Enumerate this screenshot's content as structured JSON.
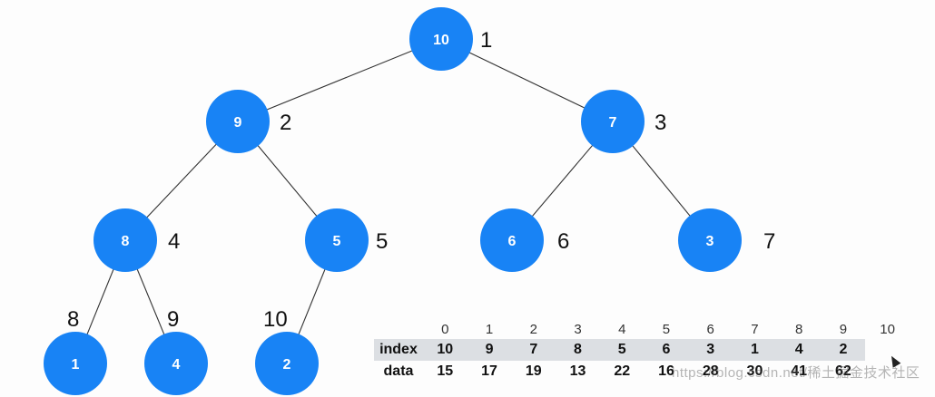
{
  "tree": {
    "nodes": [
      {
        "value": "10",
        "index": "1"
      },
      {
        "value": "9",
        "index": "2"
      },
      {
        "value": "7",
        "index": "3"
      },
      {
        "value": "8",
        "index": "4"
      },
      {
        "value": "5",
        "index": "5"
      },
      {
        "value": "6",
        "index": "6"
      },
      {
        "value": "3",
        "index": "7"
      },
      {
        "value": "1",
        "index": "8"
      },
      {
        "value": "4",
        "index": "9"
      },
      {
        "value": "2",
        "index": "10"
      }
    ],
    "edges": [
      [
        0,
        1
      ],
      [
        0,
        2
      ],
      [
        1,
        3
      ],
      [
        1,
        4
      ],
      [
        2,
        5
      ],
      [
        2,
        6
      ],
      [
        3,
        7
      ],
      [
        3,
        8
      ],
      [
        4,
        9
      ]
    ],
    "node_color": "#1883f5"
  },
  "array": {
    "positions": [
      "0",
      "1",
      "2",
      "3",
      "4",
      "5",
      "6",
      "7",
      "8",
      "9",
      "10"
    ],
    "index_label": "index",
    "index_values": [
      "10",
      "9",
      "7",
      "8",
      "5",
      "6",
      "3",
      "1",
      "4",
      "2"
    ],
    "data_label": "data",
    "data_values": [
      "15",
      "17",
      "19",
      "13",
      "22",
      "16",
      "28",
      "30",
      "41",
      "62"
    ]
  },
  "watermark": "https://blog.csdn.net/稀土掘金技术社区"
}
